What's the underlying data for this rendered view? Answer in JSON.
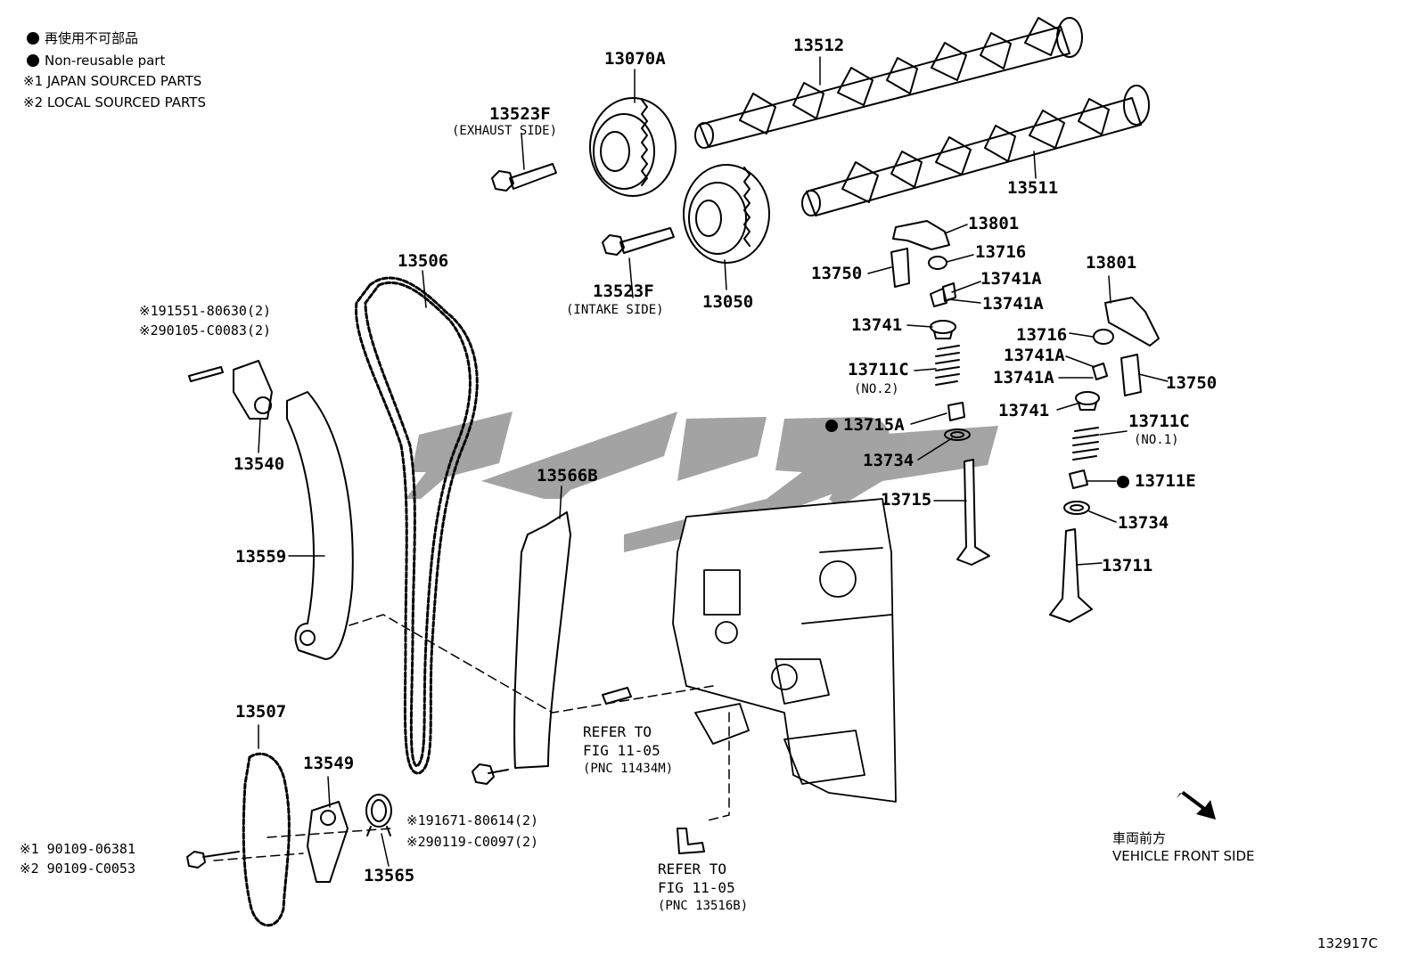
{
  "legend": {
    "non_reusable_jp": "再使用不可部品",
    "non_reusable_en": "Non-reusable part",
    "japan_sourced": "※1 JAPAN SOURCED PARTS",
    "local_sourced": "※2 LOCAL SOURCED PARTS"
  },
  "parts": {
    "p13070A": "13070A",
    "p13512": "13512",
    "p13523F_ex": "13523F",
    "exhaust_side": "(EXHAUST SIDE)",
    "p13511": "13511",
    "p13801_a": "13801",
    "p13716_a": "13716",
    "p13750_a": "13750",
    "p13741A_1": "13741A",
    "p13741A_2": "13741A",
    "p13523F_in": "13523F",
    "intake_side": "(INTAKE SIDE)",
    "p13050": "13050",
    "p13506": "13506",
    "p13741_a": "13741",
    "p13801_b": "13801",
    "p13716_b": "13716",
    "p13741A_3": "13741A",
    "p13741A_4": "13741A",
    "p13750_b": "13750",
    "p13711C_a": "13711C",
    "no2": "(NO.2)",
    "p13741_b": "13741",
    "p13711C_b": "13711C",
    "no1": "(NO.1)",
    "p13715A": "13715A",
    "p13734_a": "13734",
    "p13715": "13715",
    "p13711E": "13711E",
    "p13734_b": "13734",
    "p13711": "13711",
    "p13540": "13540",
    "p13559": "13559",
    "p13566B": "13566B",
    "p13507": "13507",
    "p13549": "13549",
    "p13565": "13565"
  },
  "bolt_notes": {
    "tensioner_bolt_1": "※191551-80630(2)",
    "tensioner_bolt_2": "※290105-C0083(2)",
    "guide_bolt_1": "※191671-80614(2)",
    "guide_bolt_2": "※290119-C0097(2)",
    "oil_bolt_1": "※1 90109-06381",
    "oil_bolt_2": "※2 90109-C0053"
  },
  "refer_1": {
    "line1": "REFER TO",
    "line2": "FIG 11-05",
    "line3": "(PNC 11434M)"
  },
  "refer_2": {
    "line1": "REFER TO",
    "line2": "FIG 11-05",
    "line3": "(PNC 13516B)"
  },
  "front": {
    "jp": "車両前方",
    "en": "VEHICLE FRONT SIDE"
  },
  "figure_id": "132917C",
  "colors": {
    "line": "#000000",
    "watermark": "#9a9a9a",
    "background": "#ffffff"
  }
}
